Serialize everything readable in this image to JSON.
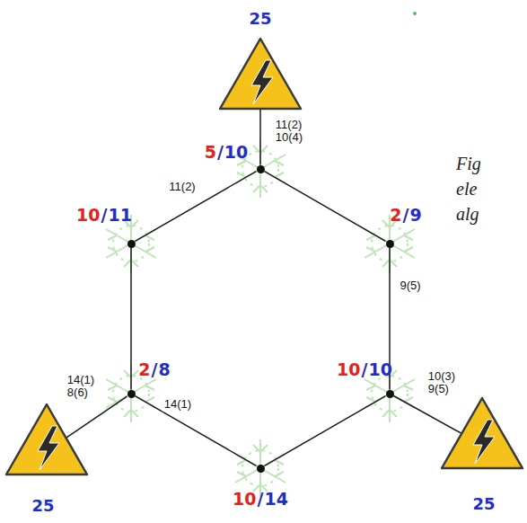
{
  "diagram": {
    "caption": "Fig ele alg",
    "nodes": [
      {
        "text": [
          "25"
        ]
      },
      {
        "text": [
          "5",
          "/",
          "10"
        ]
      },
      {
        "text": [
          "10",
          "/",
          "11"
        ]
      },
      {
        "text": [
          "2",
          "/",
          "9"
        ]
      },
      {
        "text": [
          "2",
          "/",
          "8"
        ]
      },
      {
        "text": [
          "10",
          "/",
          "10"
        ]
      },
      {
        "text": [
          "25"
        ]
      },
      {
        "text": [
          "25"
        ]
      },
      {
        "text": [
          "10",
          "/",
          "14"
        ]
      }
    ],
    "edges": [
      {
        "from": 0,
        "to": 1,
        "arrow": "none",
        "label": "11(2) 10(4)"
      },
      {
        "from": 1,
        "to": 2,
        "arrow": "none",
        "label": "11(2)"
      },
      {
        "from": 1,
        "to": 3,
        "arrow": "none"
      },
      {
        "from": 2,
        "to": 4,
        "arrow": "none"
      },
      {
        "from": 3,
        "to": 5,
        "arrow": "none",
        "label": "9(5)"
      },
      {
        "from": 5,
        "to": 7,
        "arrow": "none",
        "label": "10(3) 9(5)"
      },
      {
        "from": 4,
        "to": 6,
        "arrow": "none",
        "label": "14(1) 8(6)"
      },
      {
        "from": 4,
        "to": 8,
        "arrow": "none",
        "label": "14(1)"
      },
      {
        "from": 8,
        "to": 5,
        "arrow": "none"
      }
    ]
  }
}
